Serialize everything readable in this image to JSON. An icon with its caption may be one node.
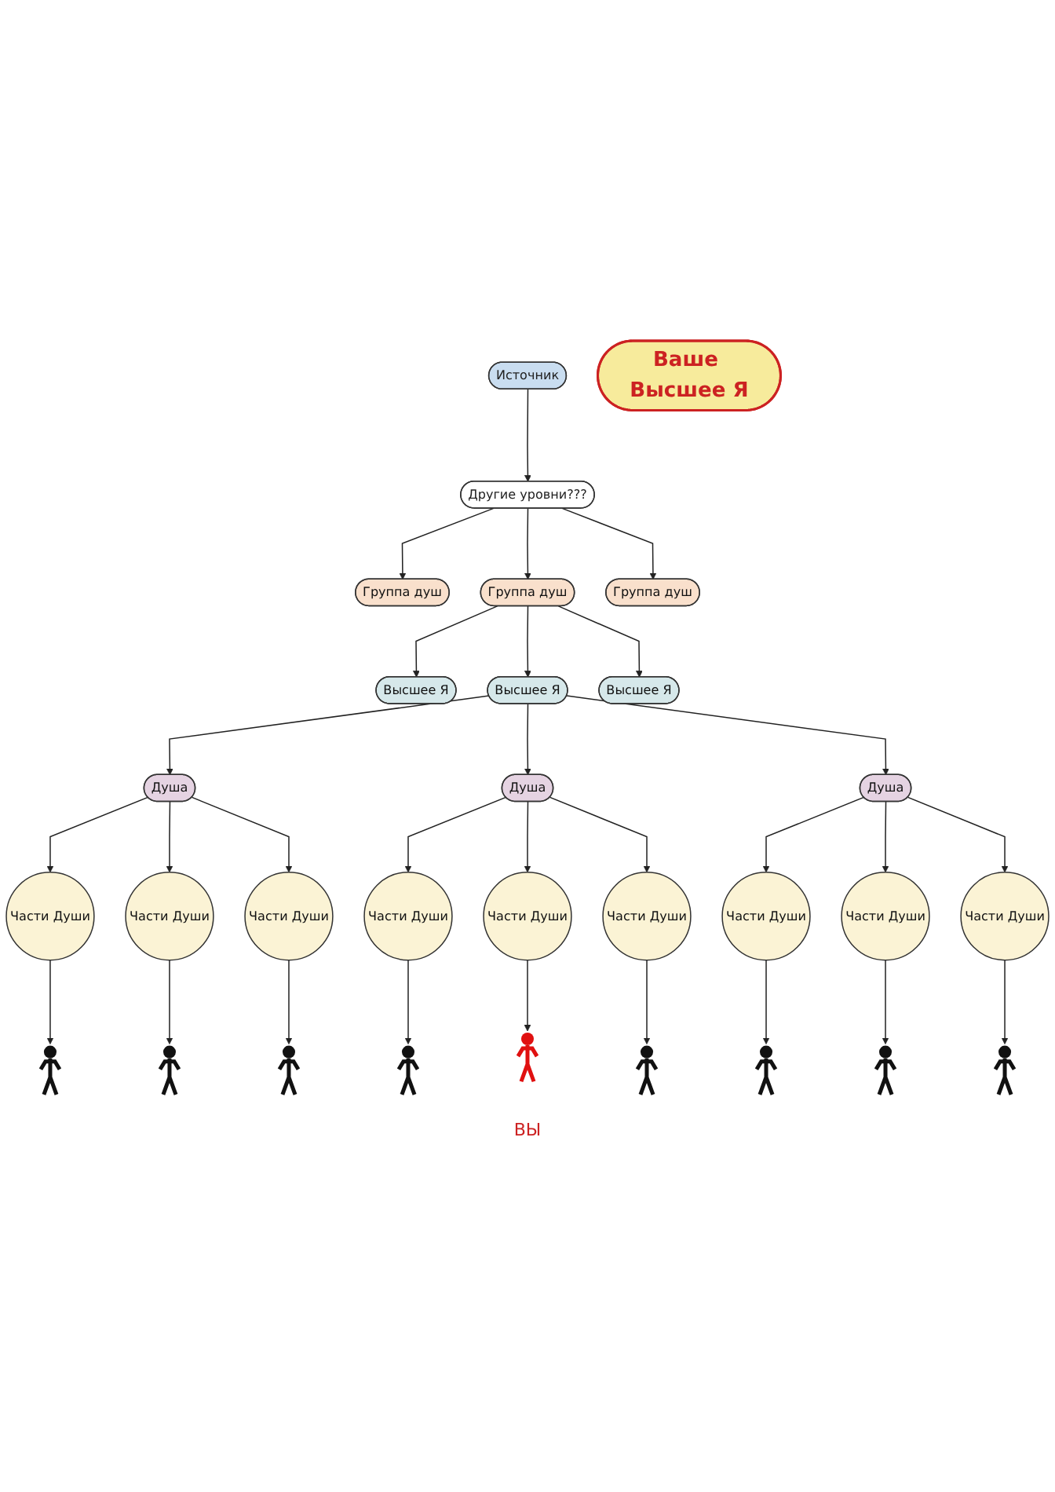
{
  "diagram": {
    "nodes": [
      {
        "text": [
          "Источник"
        ]
      },
      {
        "text": [
          "Другие уровни???"
        ]
      },
      {
        "text": [
          "Ваше Высшее Я"
        ]
      },
      {
        "text": [
          "Группа душ"
        ]
      },
      {
        "text": [
          "Группа душ"
        ]
      },
      {
        "text": [
          "Группа душ"
        ]
      },
      {
        "text": [
          "Высшее Я"
        ]
      },
      {
        "text": [
          "Высшее Я"
        ]
      },
      {
        "text": [
          "Высшее Я"
        ]
      },
      {
        "text": [
          "Душа"
        ]
      },
      {
        "text": [
          "Душа"
        ]
      },
      {
        "text": [
          "Душа"
        ]
      },
      {
        "text": [
          "Части Души"
        ]
      },
      {
        "text": [
          "Части Души"
        ]
      },
      {
        "text": [
          "Части Души"
        ]
      },
      {
        "text": [
          "Части Души"
        ]
      },
      {
        "text": [
          "Части Души"
        ]
      },
      {
        "text": [
          "Части Души"
        ]
      },
      {
        "text": [
          "Части Души"
        ]
      },
      {
        "text": [
          "Части Души"
        ]
      },
      {
        "text": [
          "Части Души"
        ]
      },
      {
        "text": [],
        "shape": "person"
      },
      {
        "text": [],
        "shape": "person"
      },
      {
        "text": [],
        "shape": "person"
      },
      {
        "text": [],
        "shape": "person"
      },
      {
        "text": [],
        "shape": "person",
        "beside": [
          "ВЫ"
        ]
      },
      {
        "text": [],
        "shape": "person"
      },
      {
        "text": [],
        "shape": "person"
      },
      {
        "text": [],
        "shape": "person"
      },
      {
        "text": [],
        "shape": "person"
      }
    ],
    "edges": [
      {
        "from": 0,
        "to": 1,
        "arrow": "to"
      },
      {
        "from": 1,
        "to": 3,
        "arrow": "to"
      },
      {
        "from": 1,
        "to": 4,
        "arrow": "to"
      },
      {
        "from": 1,
        "to": 5,
        "arrow": "to"
      },
      {
        "from": 4,
        "to": 6,
        "arrow": "to"
      },
      {
        "from": 4,
        "to": 7,
        "arrow": "to"
      },
      {
        "from": 4,
        "to": 8,
        "arrow": "to"
      },
      {
        "from": 7,
        "to": 9,
        "arrow": "to"
      },
      {
        "from": 7,
        "to": 10,
        "arrow": "to"
      },
      {
        "from": 7,
        "to": 11,
        "arrow": "to"
      },
      {
        "from": 9,
        "to": 12,
        "arrow": "to"
      },
      {
        "from": 9,
        "to": 13,
        "arrow": "to"
      },
      {
        "from": 9,
        "to": 14,
        "arrow": "to"
      },
      {
        "from": 10,
        "to": 15,
        "arrow": "to"
      },
      {
        "from": 10,
        "to": 16,
        "arrow": "to"
      },
      {
        "from": 10,
        "to": 17,
        "arrow": "to"
      },
      {
        "from": 11,
        "to": 18,
        "arrow": "to"
      },
      {
        "from": 11,
        "to": 19,
        "arrow": "to"
      },
      {
        "from": 11,
        "to": 20,
        "arrow": "to"
      },
      {
        "from": 12,
        "to": 21,
        "arrow": "to"
      },
      {
        "from": 13,
        "to": 22,
        "arrow": "to"
      },
      {
        "from": 14,
        "to": 23,
        "arrow": "to"
      },
      {
        "from": 15,
        "to": 24,
        "arrow": "to"
      },
      {
        "from": 16,
        "to": 25,
        "arrow": "to"
      },
      {
        "from": 17,
        "to": 26,
        "arrow": "to"
      },
      {
        "from": 18,
        "to": 27,
        "arrow": "to"
      },
      {
        "from": 19,
        "to": 28,
        "arrow": "to"
      },
      {
        "from": 20,
        "to": 29,
        "arrow": "to"
      }
    ]
  }
}
